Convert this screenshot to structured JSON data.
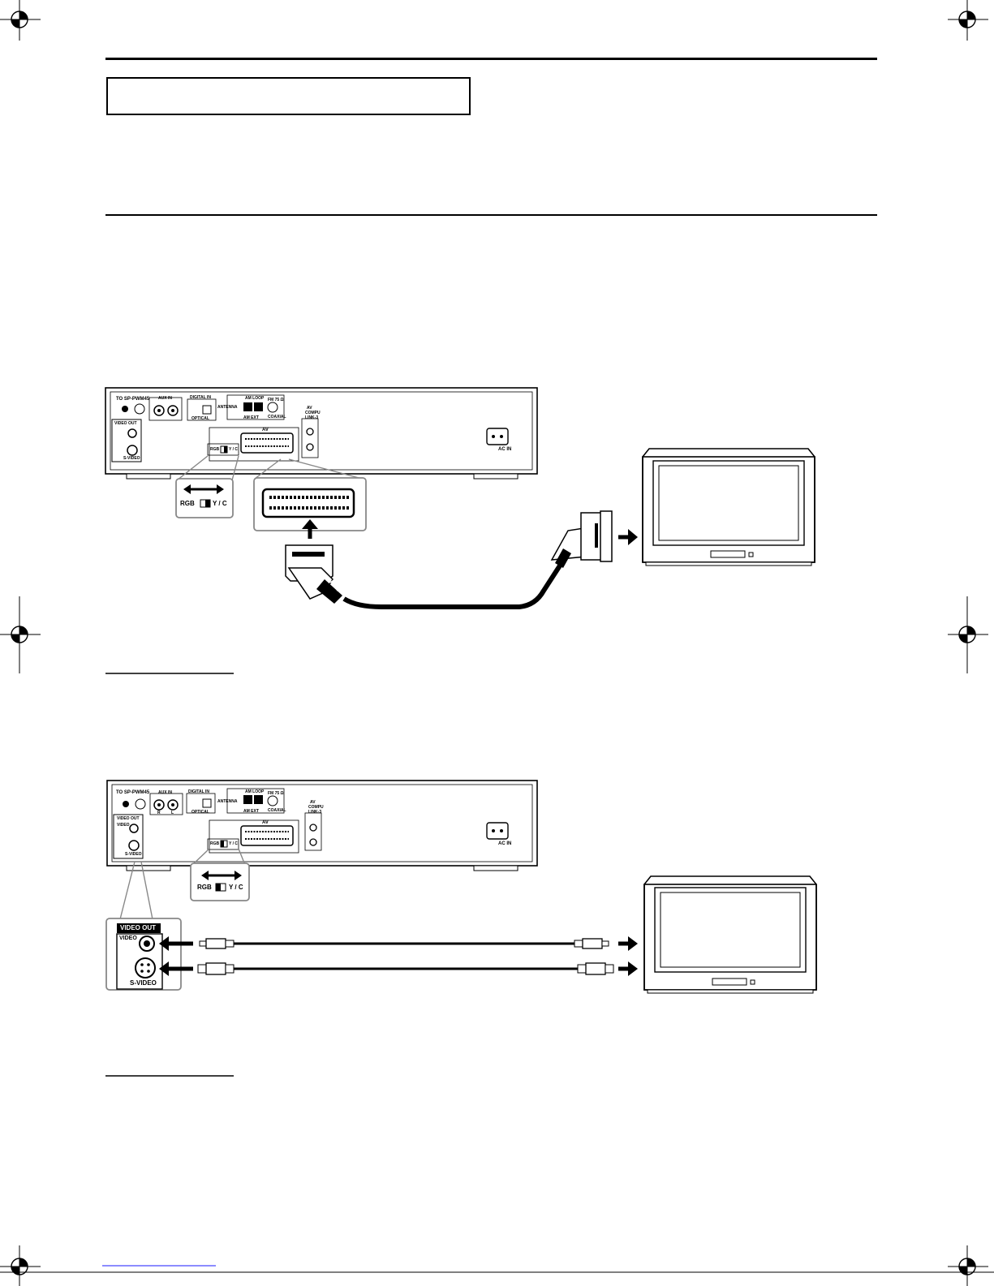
{
  "unit_labels": {
    "to_speakers": "TO SP-PWM45",
    "aux_in": "AUX IN",
    "aux_r": "R",
    "aux_l": "L",
    "digital_in": "DIGITAL IN",
    "optical": "OPTICAL",
    "antenna": "ANTENNA",
    "am_loop": "AM LOOP",
    "am_ext": "AM EXT",
    "fm": "FM 75 Ω",
    "coaxial": "COAXIAL",
    "av": "AV",
    "av_compu_1": "AV",
    "av_compu_2": "COMPU",
    "av_compu_3": "LINK-3",
    "ac_in": "AC IN",
    "video_out": "VIDEO OUT",
    "video": "VIDEO",
    "s_video": "S-VIDEO",
    "rgb_switch": "RGB",
    "yc_switch": "Y / C"
  },
  "colors": {
    "ink": "#000000",
    "panel_outline": "#888888",
    "link_underline": "#1a1aff"
  },
  "icons": {
    "registration_mark": "crosshair-circle",
    "arrow_right": "bold-right-arrow",
    "arrow_left": "bold-left-arrow",
    "double_arrow": "left-right-arrow"
  }
}
